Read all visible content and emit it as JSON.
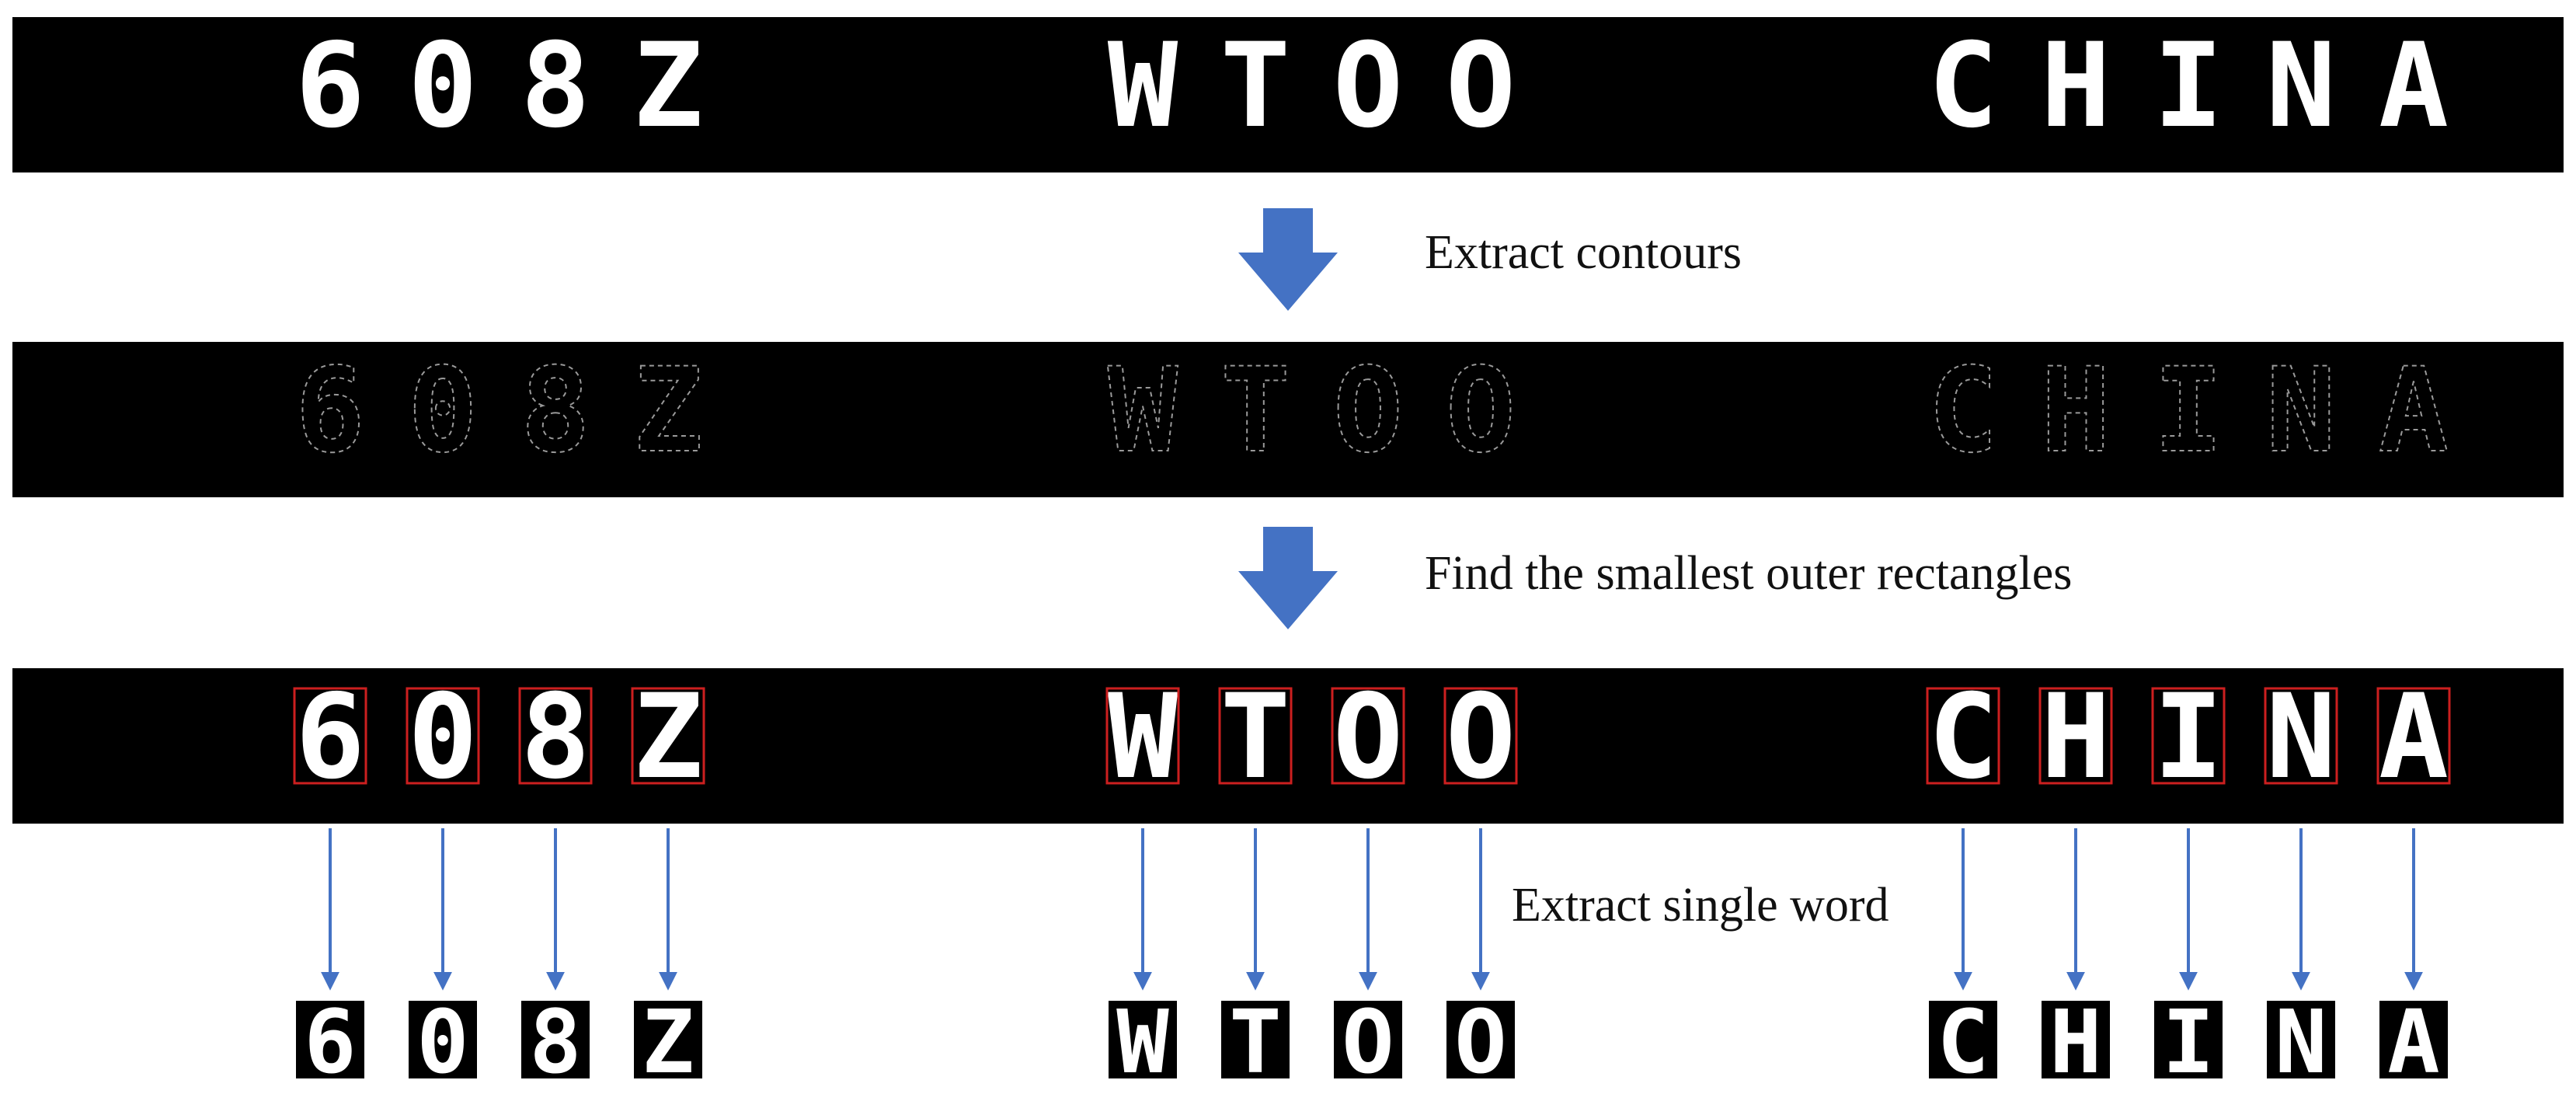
{
  "diagram": {
    "groups": [
      {
        "id": "plate-number",
        "text": "608Z",
        "chars": [
          "6",
          "0",
          "8",
          "Z"
        ]
      },
      {
        "id": "plate-code",
        "text": "WTOO",
        "chars": [
          "W",
          "T",
          "O",
          "O"
        ]
      },
      {
        "id": "plate-country",
        "text": "CHINA",
        "chars": [
          "C",
          "H",
          "I",
          "N",
          "A"
        ]
      }
    ],
    "steps": [
      {
        "id": "extract-contours",
        "label": "Extract contours"
      },
      {
        "id": "find-rectangles",
        "label": "Find the smallest outer rectangles"
      },
      {
        "id": "extract-word",
        "label": "Extract single word"
      }
    ],
    "colors": {
      "band": "#000000",
      "glyph": "#ffffff",
      "contour": "#9a9a9a",
      "box": "#cc1f1f",
      "arrow": "#4472c4",
      "caption": "#111111"
    },
    "icons": [
      "block-arrow-down-icon",
      "thin-arrow-down-icon"
    ]
  }
}
